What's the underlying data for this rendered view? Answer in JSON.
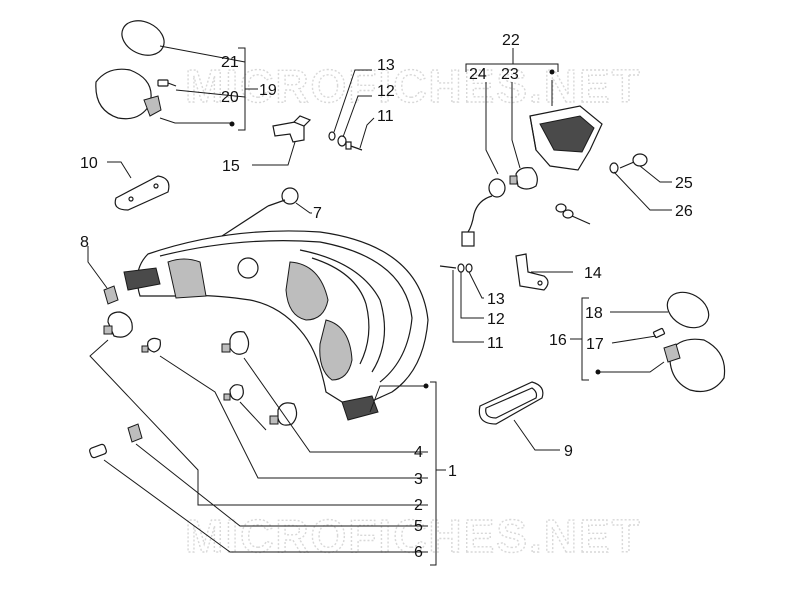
{
  "watermark": {
    "text": "MICROFICHES.NET"
  },
  "labels": {
    "n1": "1",
    "n2": "2",
    "n3": "3",
    "n4": "4",
    "n5": "5",
    "n6": "6",
    "n7": "7",
    "n8": "8",
    "n9": "9",
    "n10": "10",
    "n11a": "11",
    "n12a": "12",
    "n13a": "13",
    "n11b": "11",
    "n12b": "12",
    "n13b": "13",
    "n14": "14",
    "n15": "15",
    "n16": "16",
    "n17": "17",
    "n18": "18",
    "n19": "19",
    "n20": "20",
    "n21": "21",
    "n22": "22",
    "n23": "23",
    "n24": "24",
    "n25": "25",
    "n26": "26"
  }
}
